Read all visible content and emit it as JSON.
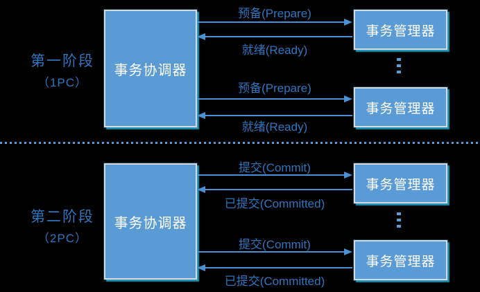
{
  "diagram": {
    "type": "two-phase-commit-sequence",
    "background": "#000000"
  },
  "colors": {
    "box_fill": "#5B9BD5",
    "box_border": "#D5D8DD",
    "box_glow": "#2FBCE8",
    "box_text": "#FFFFFF",
    "label_text": "#2E76C0",
    "arrow": "#4A90D4",
    "separator": "#5B9BD5"
  },
  "phases": [
    {
      "label_line1": "第一阶段",
      "label_line2": "（1PC）",
      "coordinator": "事务协调器",
      "managers": [
        "事务管理器",
        "事务管理器"
      ],
      "messages": [
        {
          "text": "预备(Prepare)",
          "direction": "right"
        },
        {
          "text": "就绪(Ready)",
          "direction": "left"
        },
        {
          "text": "预备(Prepare)",
          "direction": "right"
        },
        {
          "text": "就绪(Ready)",
          "direction": "left"
        }
      ]
    },
    {
      "label_line1": "第二阶段",
      "label_line2": "（2PC）",
      "coordinator": "事务协调器",
      "managers": [
        "事务管理器",
        "事务管理器"
      ],
      "messages": [
        {
          "text": "提交(Commit)",
          "direction": "right"
        },
        {
          "text": "已提交(Committed)",
          "direction": "left"
        },
        {
          "text": "提交(Commit)",
          "direction": "right"
        },
        {
          "text": "已提交(Committed)",
          "direction": "left"
        }
      ]
    }
  ],
  "ellipsis_symbol": "⋮"
}
